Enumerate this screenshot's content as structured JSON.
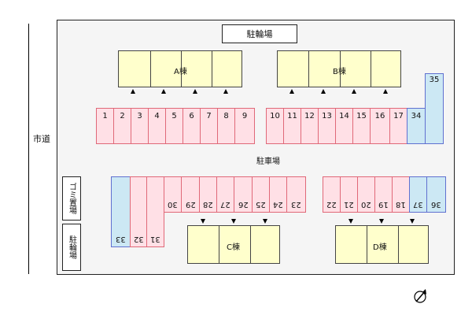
{
  "labels": {
    "road": "市道",
    "parking": "駐車場",
    "bicycle_top": "駐輪場",
    "bicycle_side": "駐輪場",
    "garbage": "ゴミ置場"
  },
  "buildings": {
    "a": {
      "name": "A棟"
    },
    "b": {
      "name": "B棟"
    },
    "c": {
      "name": "C棟"
    },
    "d": {
      "name": "D棟"
    }
  },
  "parking_top_left": [
    "1",
    "2",
    "3",
    "4",
    "5",
    "6",
    "7",
    "8",
    "9"
  ],
  "parking_top_right": [
    "10",
    "11",
    "12",
    "13",
    "14",
    "15",
    "16",
    "17",
    "34"
  ],
  "parking_35": "35",
  "parking_bottom_left": [
    "33",
    "32",
    "31",
    "30",
    "29",
    "28",
    "27",
    "26",
    "25",
    "24",
    "23"
  ],
  "parking_bottom_right": [
    "22",
    "21",
    "20",
    "19",
    "18",
    "37",
    "36"
  ],
  "colors": {
    "building_fill": "#ffffcc",
    "space_pink": "#ffe0e6",
    "space_blue": "#cce8f4"
  }
}
